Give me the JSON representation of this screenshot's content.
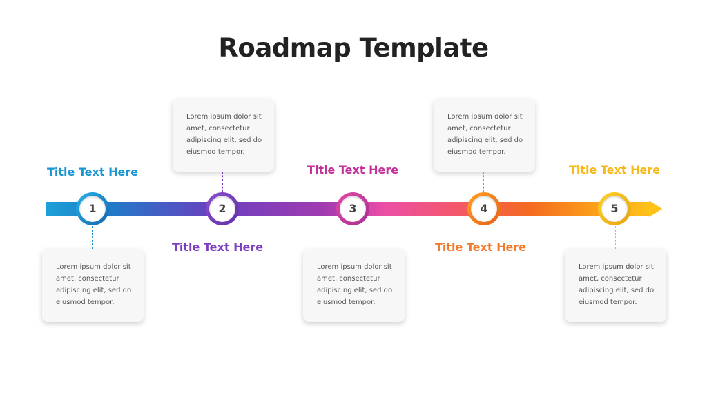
{
  "title": "Roadmap Template",
  "colors": {
    "step1": "#1e8fd0",
    "step2": "#7b3fbf",
    "step3": "#cc3a9e",
    "step4": "#f07a1e",
    "step5": "#f7b81a"
  },
  "steps": [
    {
      "number": "1",
      "title": "Title Text Here",
      "text": "Lorem ipsum dolor sit amet, consectetur adipiscing elit, sed do eiusmod tempor."
    },
    {
      "number": "2",
      "title": "Title Text Here",
      "text": "Lorem ipsum dolor sit amet, consectetur adipiscing elit, sed do eiusmod tempor."
    },
    {
      "number": "3",
      "title": "Title Text Here",
      "text": "Lorem ipsum dolor sit amet, consectetur adipiscing elit, sed do eiusmod tempor."
    },
    {
      "number": "4",
      "title": "Title Text Here",
      "text": "Lorem ipsum dolor sit amet, consectetur adipiscing elit, sed do eiusmod tempor."
    },
    {
      "number": "5",
      "title": "Title Text Here",
      "text": "Lorem ipsum dolor sit amet, consectetur adipiscing elit, sed do eiusmod tempor."
    }
  ]
}
